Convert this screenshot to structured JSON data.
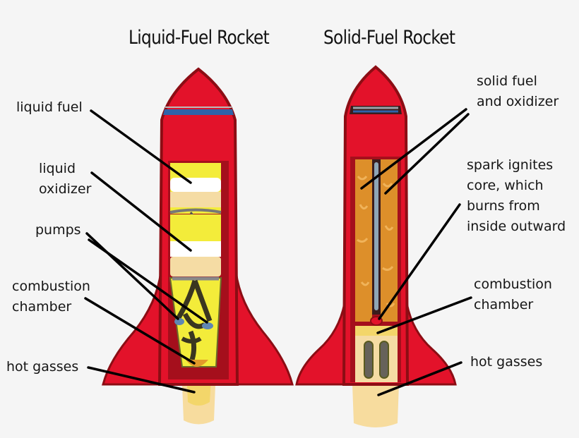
{
  "diagram": {
    "titles": {
      "liquid": "Liquid-Fuel Rocket",
      "solid": "Solid-Fuel Rocket"
    },
    "liquid_labels": {
      "liquid_fuel": "liquid fuel",
      "liquid_oxidizer_1": "liquid",
      "liquid_oxidizer_2": "oxidizer",
      "pumps": "pumps",
      "combustion_1": "combustion",
      "combustion_2": "chamber",
      "hot_gasses": "hot gasses"
    },
    "solid_labels": {
      "solid_fuel_1": "solid fuel",
      "solid_fuel_2": "and oxidizer",
      "spark_1": "spark ignites",
      "spark_2": "core, which",
      "spark_3": "burns from",
      "spark_4": "inside outward",
      "combustion_1": "combustion",
      "combustion_2": "chamber",
      "hot_gasses": "hot gasses"
    },
    "colors": {
      "background": "#f5f5f5",
      "rocket_red": "#e3122a",
      "rocket_dark_red": "#8c0d14",
      "fuel_yellow": "#f3ec3a",
      "oxidizer_tan": "#f5dca4",
      "band_blue": "#2f63a9",
      "solid_fuel_orange": "#dd8f2a",
      "exhaust": "#f7dc9e"
    }
  }
}
